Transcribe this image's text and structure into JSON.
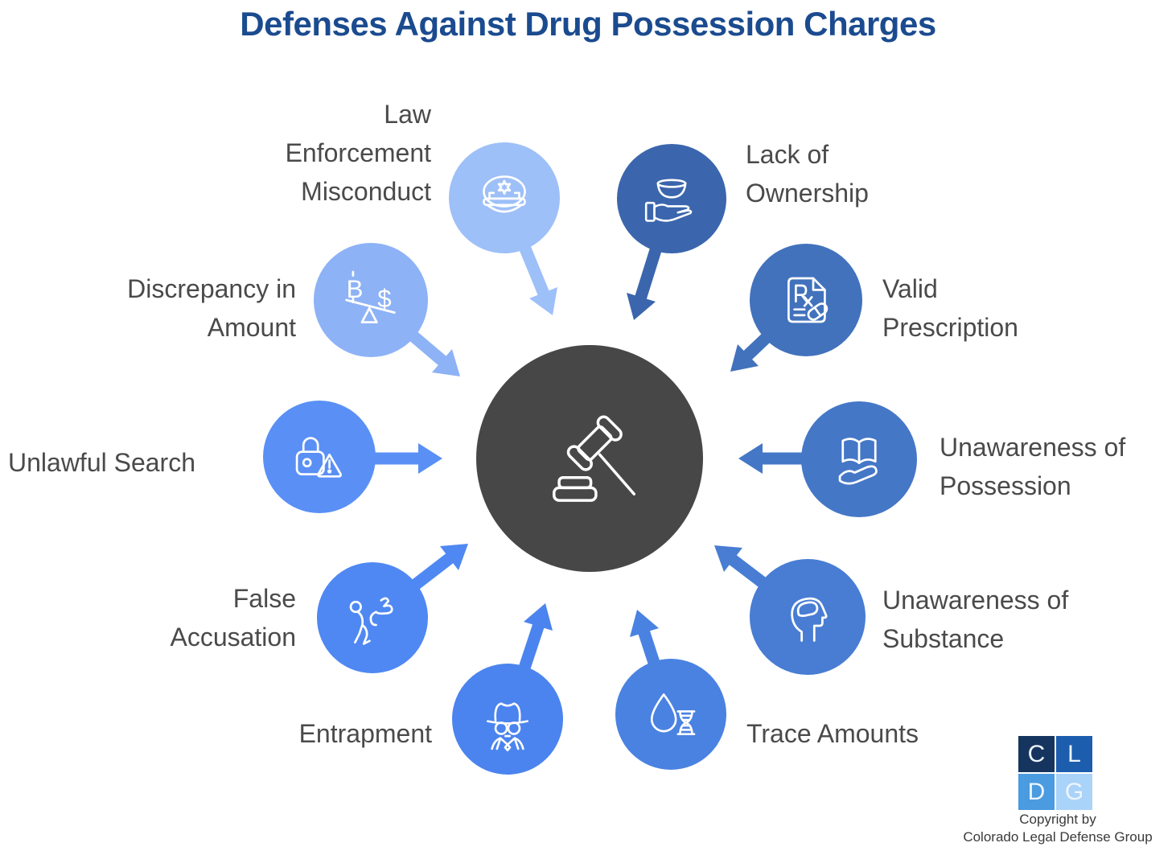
{
  "title": "Defenses Against Drug Possession Charges",
  "title_color": "#1b4b8f",
  "label_color": "#4a4a4a",
  "center": {
    "icon": "gavel-icon",
    "color": "#474747"
  },
  "nodes": [
    {
      "id": "law-enforcement-misconduct",
      "label": "Law\nEnforcement\nMisconduct",
      "icon": "police-cap-icon",
      "color": "#9ec0f8"
    },
    {
      "id": "lack-of-ownership",
      "label": "Lack of\nOwnership",
      "icon": "hand-bowl-icon",
      "color": "#3b66ad"
    },
    {
      "id": "valid-prescription",
      "label": "Valid\nPrescription",
      "icon": "prescription-icon",
      "color": "#4272bc"
    },
    {
      "id": "unawareness-of-possession",
      "label": "Unawareness of\nPossession",
      "icon": "book-hand-icon",
      "color": "#4577c7"
    },
    {
      "id": "unawareness-of-substance",
      "label": "Unawareness of\nSubstance",
      "icon": "head-brain-icon",
      "color": "#487dd3"
    },
    {
      "id": "trace-amounts",
      "label": "Trace Amounts",
      "icon": "droplet-dna-icon",
      "color": "#4a82e2"
    },
    {
      "id": "entrapment",
      "label": "Entrapment",
      "icon": "spy-icon",
      "color": "#4b84ee"
    },
    {
      "id": "false-accusation",
      "label": "False\nAccusation",
      "icon": "accusation-icon",
      "color": "#4f88f2"
    },
    {
      "id": "unlawful-search",
      "label": "Unlawful Search",
      "icon": "lock-warning-icon",
      "color": "#5a90f5"
    },
    {
      "id": "discrepancy-in-amount",
      "label": "Discrepancy in\nAmount",
      "icon": "scale-icon",
      "color": "#8db2f6"
    }
  ],
  "logo": {
    "letters": [
      "C",
      "L",
      "D",
      "G"
    ],
    "colors": [
      "#16355e",
      "#1d5dad",
      "#4b9be1",
      "#a9d3f8"
    ]
  },
  "copyright": {
    "line1": "Copyright by",
    "line2": "Colorado Legal Defense Group"
  }
}
